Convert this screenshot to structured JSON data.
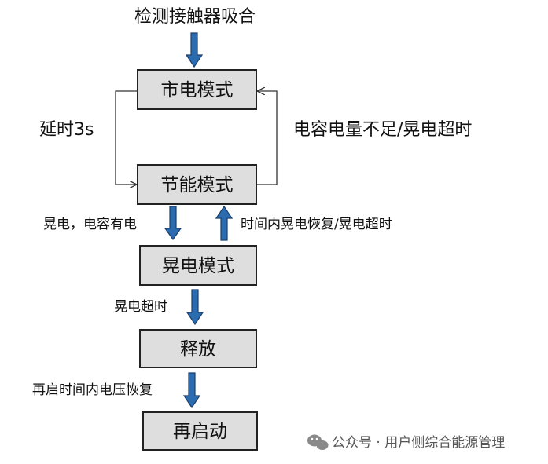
{
  "top_label": "检测接触器吸合",
  "boxes": {
    "mains": "市电模式",
    "energy_saving": "节能模式",
    "flicker": "晃电模式",
    "release": "释放",
    "restart": "再启动"
  },
  "transitions": {
    "delay": "延时3s",
    "cap_low_or_timeout": "电容电量不足/晃电超时",
    "flicker_cap_charged": "晃电，电容有电",
    "recover_or_timeout": "时间内晃电恢复/晃电超时",
    "flicker_timeout": "晃电超时",
    "voltage_recover": "再启时间内电压恢复"
  },
  "watermark": {
    "icon": "wechat-icon",
    "text": "公众号 · 用户侧综合能源管理"
  },
  "colors": {
    "box_fill": "#dedede",
    "arrow_blue": "#2b6cb0"
  }
}
